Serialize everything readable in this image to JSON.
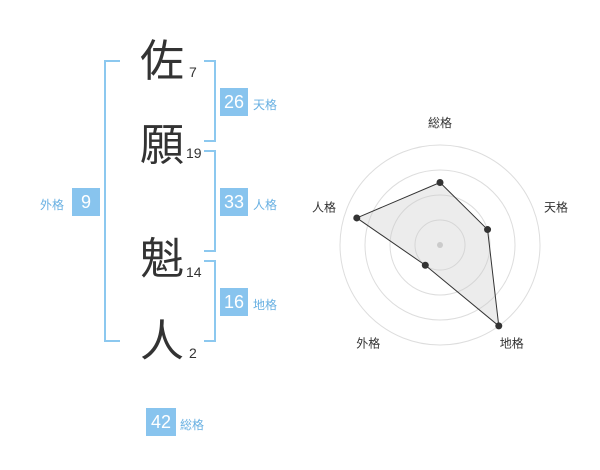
{
  "name_chars": [
    {
      "char": "佐",
      "strokes": "7"
    },
    {
      "char": "願",
      "strokes": "19"
    },
    {
      "char": "魁",
      "strokes": "14"
    },
    {
      "char": "人",
      "strokes": "2"
    }
  ],
  "scores": {
    "tenkaku": {
      "value": "26",
      "label": "天格"
    },
    "jinkaku": {
      "value": "33",
      "label": "人格"
    },
    "chikaku": {
      "value": "16",
      "label": "地格"
    },
    "gaikaku": {
      "value": "9",
      "label": "外格"
    },
    "soukaku": {
      "value": "42",
      "label": "総格"
    }
  },
  "colors": {
    "accent": "#88c4ee",
    "bracket": "#8cc8ef",
    "label": "#68b0e2",
    "text": "#333333"
  },
  "chart_data": {
    "type": "radar",
    "axes": [
      "総格",
      "天格",
      "地格",
      "外格",
      "人格"
    ],
    "levels": 4,
    "max": 4,
    "values": [
      2.5,
      2,
      4,
      1,
      3.5
    ]
  }
}
